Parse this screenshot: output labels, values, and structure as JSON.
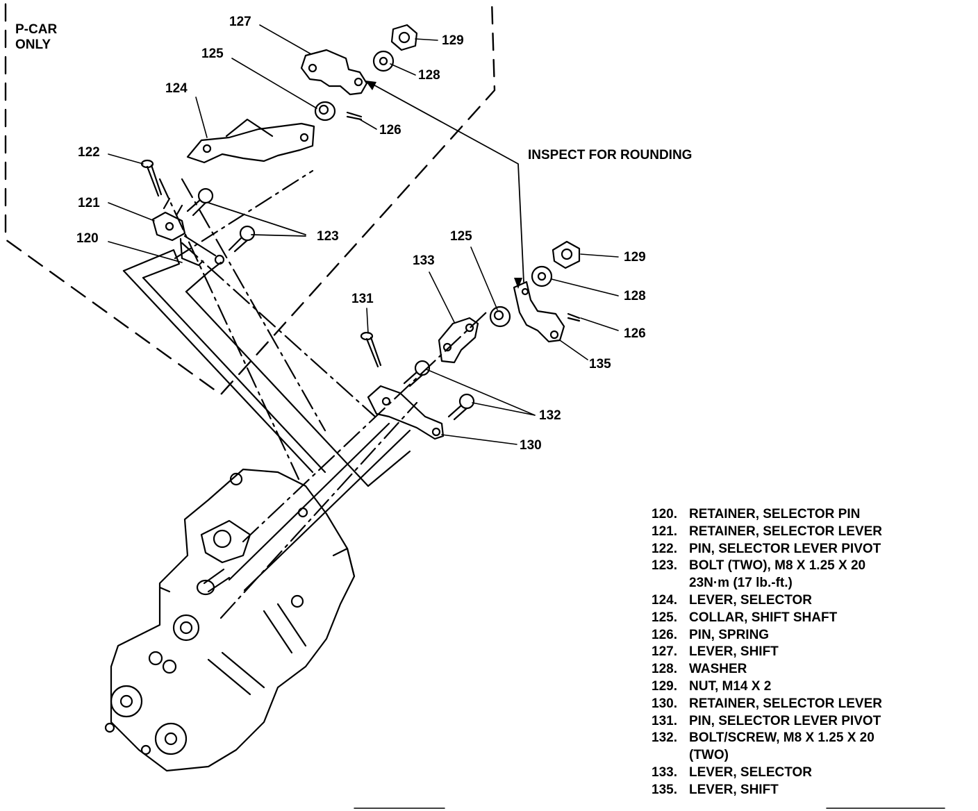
{
  "inset": {
    "title_line1": "P-CAR",
    "title_line2": "ONLY"
  },
  "callouts": {
    "inspect": "INSPECT FOR ROUNDING",
    "p127": "127",
    "p129a": "129",
    "p128a": "128",
    "p125a": "125",
    "p124": "124",
    "p126a": "126",
    "p122": "122",
    "p121": "121",
    "p123": "123",
    "p120": "120",
    "p125b": "125",
    "p129b": "129",
    "p133": "133",
    "p128b": "128",
    "p131": "131",
    "p126b": "126",
    "p135": "135",
    "p132": "132",
    "p130": "130"
  },
  "legend": [
    {
      "num": "120.",
      "text": "RETAINER, SELECTOR PIN"
    },
    {
      "num": "121.",
      "text": "RETAINER, SELECTOR LEVER"
    },
    {
      "num": "122.",
      "text": "PIN, SELECTOR LEVER PIVOT"
    },
    {
      "num": "123.",
      "text": "BOLT (TWO), M8 X 1.25 X 20",
      "cont": "23N·m (17 lb.-ft.)"
    },
    {
      "num": "124.",
      "text": "LEVER, SELECTOR"
    },
    {
      "num": "125.",
      "text": "COLLAR, SHIFT SHAFT"
    },
    {
      "num": "126.",
      "text": "PIN, SPRING"
    },
    {
      "num": "127.",
      "text": "LEVER, SHIFT"
    },
    {
      "num": "128.",
      "text": "WASHER"
    },
    {
      "num": "129.",
      "text": "NUT, M14 X 2"
    },
    {
      "num": "130.",
      "text": "RETAINER, SELECTOR LEVER"
    },
    {
      "num": "131.",
      "text": "PIN, SELECTOR LEVER PIVOT"
    },
    {
      "num": "132.",
      "text": "BOLT/SCREW, M8 X 1.25 X 20",
      "cont": "(TWO)"
    },
    {
      "num": "133.",
      "text": "LEVER, SELECTOR"
    },
    {
      "num": "135.",
      "text": "LEVER, SHIFT"
    }
  ]
}
